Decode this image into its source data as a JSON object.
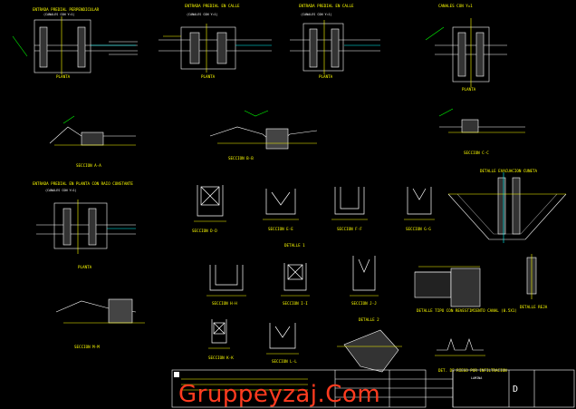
{
  "drawing": {
    "background": "#000000",
    "colors": {
      "line": "#ffffff",
      "text": "#ffff00",
      "accent": "#00ff00",
      "cyan": "#00ffff",
      "red": "#ff2020",
      "magenta": "#ff00ff"
    }
  },
  "details": [
    {
      "title": "ENTRADA PREDIAL PERPENDICULAR",
      "subtitle": "(CANALES CON Y=1)",
      "caption": "PLANTA"
    },
    {
      "title": "ENTRADA PREDIAL EN CALLE",
      "subtitle": "(CANALES CON Y=1)",
      "caption": "PLANTA"
    },
    {
      "title": "ENTRADA PREDIAL EN CALLE",
      "subtitle": "(CANALES CON Y=1)",
      "caption": "PLANTA"
    },
    {
      "title": "CANALES CON Y=1",
      "subtitle": "",
      "caption": "PLANTA"
    },
    {
      "title": "ENTRADA PREDIAL EN PLANTA CON RAIO CONSTANTE",
      "subtitle": "(CANALES CON Y=1)",
      "caption": "PLANTA"
    },
    {
      "title": "DETALLE EVACUACION CUNETA",
      "subtitle": "",
      "caption": ""
    },
    {
      "title": "DETALLE TIPO CON REVESTIMIENTO CANAL (0.5X1)",
      "subtitle": "",
      "caption": ""
    },
    {
      "title": "DETALLE REJA",
      "subtitle": "",
      "caption": ""
    },
    {
      "title": "DETALLE 1",
      "subtitle": "",
      "caption": ""
    },
    {
      "title": "DETALLE 2",
      "subtitle": "",
      "caption": ""
    },
    {
      "title": "DET. DE RIEGO POR INFILTRACION",
      "subtitle": "",
      "caption": ""
    }
  ],
  "sections": [
    "SECCION A-A",
    "SECCION B-B",
    "SECCION C-C",
    "SECCION D-D",
    "SECCION E-E",
    "SECCION F-F",
    "SECCION G-G",
    "SECCION H-H",
    "SECCION I-I",
    "SECCION J-J",
    "SECCION K-K",
    "SECCION L-L",
    "SECCION M-M"
  ],
  "title_block": {
    "sheet": "D",
    "label": "LAMINA"
  },
  "watermark": "Gruppeyzaj.Com"
}
